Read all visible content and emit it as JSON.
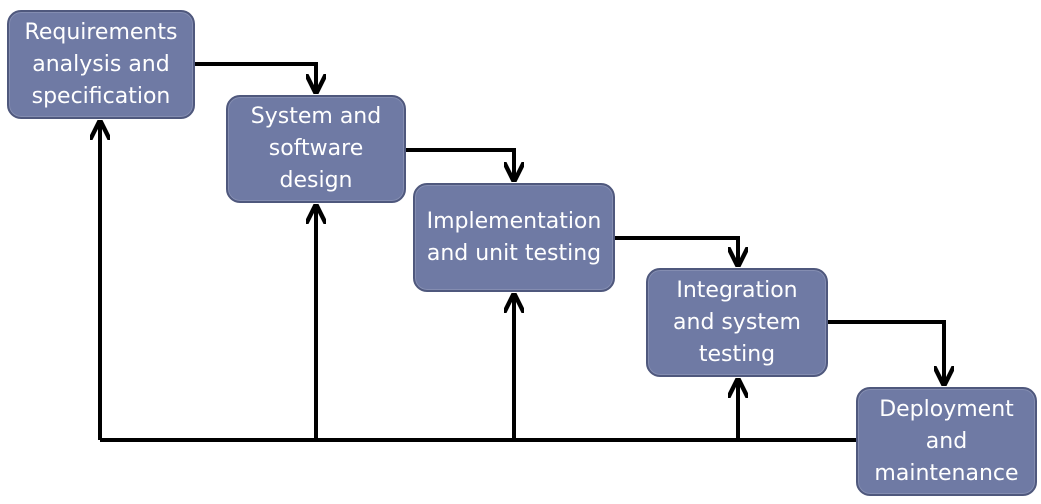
{
  "colors": {
    "box_fill": "#6f7aa4",
    "box_border": "#4f587d",
    "box_text": "#ffffff",
    "arrow": "#000000"
  },
  "stages": [
    {
      "label": "Requirements\nanalysis and\nspecification"
    },
    {
      "label": "System and\nsoftware\ndesign"
    },
    {
      "label": "Implementation\nand unit testing"
    },
    {
      "label": "Integration\nand system\ntesting"
    },
    {
      "label": "Deployment\nand\nmaintenance"
    }
  ]
}
